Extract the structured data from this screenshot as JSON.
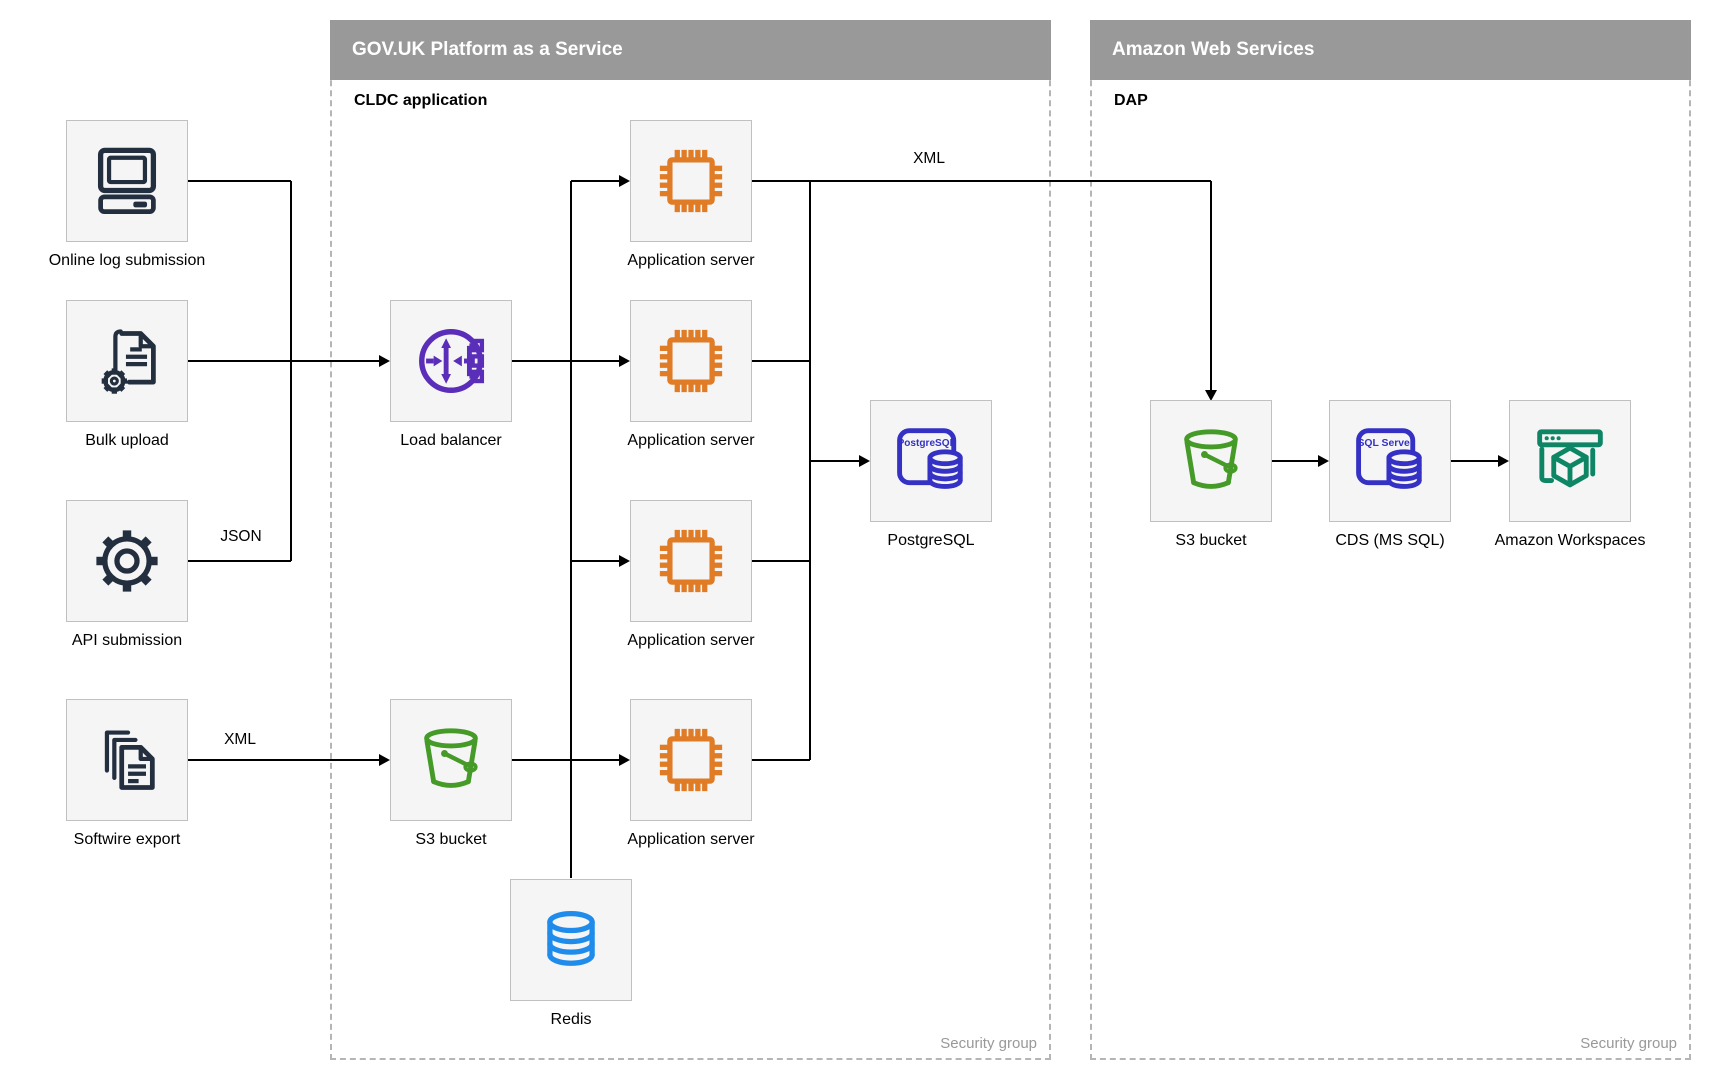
{
  "diagram": {
    "containers": {
      "govuk": {
        "title": "GOV.UK Platform as a Service",
        "sublabel": "CLDC application",
        "footer": "Security group"
      },
      "aws": {
        "title": "Amazon Web Services",
        "sublabel": "DAP",
        "footer": "Security group"
      }
    },
    "nodes": {
      "online_log": {
        "label": "Online log submission",
        "icon": "desktop-computer"
      },
      "bulk_upload": {
        "label": "Bulk upload",
        "icon": "document-gear"
      },
      "api_submission": {
        "label": "API submission",
        "icon": "gear"
      },
      "softwire_export": {
        "label": "Softwire export",
        "icon": "document-stack"
      },
      "load_balancer": {
        "label": "Load balancer",
        "icon": "load-balancer"
      },
      "app_server_1": {
        "label": "Application server",
        "icon": "chip"
      },
      "app_server_2": {
        "label": "Application server",
        "icon": "chip"
      },
      "app_server_3": {
        "label": "Application server",
        "icon": "chip"
      },
      "app_server_4": {
        "label": "Application server",
        "icon": "chip"
      },
      "postgresql": {
        "label": "PostgreSQL",
        "icon": "postgresql-database",
        "icon_text": "PostgreSQL"
      },
      "s3_bucket_paas": {
        "label": "S3 bucket",
        "icon": "s3-bucket"
      },
      "redis": {
        "label": "Redis",
        "icon": "database-cylinder"
      },
      "s3_bucket_aws": {
        "label": "S3 bucket",
        "icon": "s3-bucket"
      },
      "cds_mssql": {
        "label": "CDS (MS SQL)",
        "icon": "sql-server-database",
        "icon_text": "SQL Server"
      },
      "amazon_workspaces": {
        "label": "Amazon Workspaces",
        "icon": "workspaces-window-cube"
      }
    },
    "edge_labels": {
      "json_api_to_loadbalancer": "JSON",
      "xml_softwire_to_s3": "XML",
      "xml_appserver_to_aws_s3": "XML"
    },
    "colors": {
      "container_header": "#999999",
      "container_border": "#b5b5b5",
      "node_fill": "#f5f5f5",
      "node_border": "#c0c0c0",
      "line": "#000000",
      "icon_dark": "#232f3e",
      "icon_orange": "#e07b26",
      "icon_purple": "#5a2eb8",
      "icon_indigo": "#3431c4",
      "icon_green": "#459a28",
      "icon_blue": "#1f8ceb",
      "icon_teal": "#0e8565",
      "label_muted": "#999999"
    }
  }
}
